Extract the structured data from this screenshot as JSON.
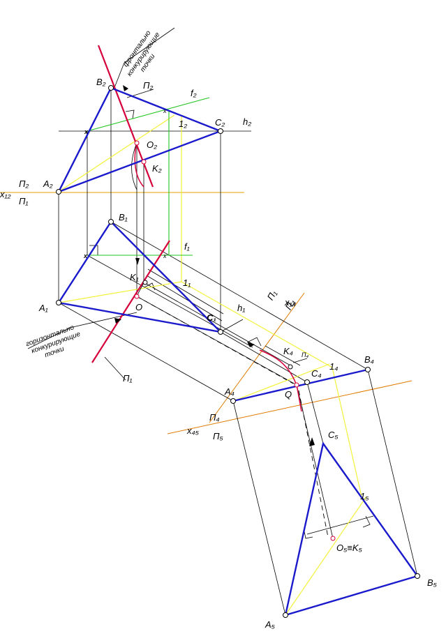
{
  "colors": {
    "blue": "#1a1acc",
    "red": "#d6003a",
    "yellow": "#f2f23a",
    "green": "#22c522",
    "orange": "#e07a00",
    "black": "#000000"
  },
  "labels": {
    "B2": "B₂",
    "C2": "C₂",
    "A2": "A₂",
    "h2": "h₂",
    "f2": "f₂",
    "one2": "1₂",
    "O2": "O₂",
    "K2": "K₂",
    "P2top": "П₂",
    "x12": "x₁₂",
    "P2axis": "П₂",
    "P1axis": "П₁",
    "B1": "B₁",
    "f1": "f₁",
    "K1": "K₁",
    "one1": "1₁",
    "A1": "A₁",
    "O": "O",
    "C1": "C₁",
    "h1": "h₁",
    "P1bottom": "П₁",
    "x14": "x₁₄",
    "P1_14": "П₁",
    "P4_14": "П₄",
    "K4": "K₄",
    "P4small": "П₄",
    "C4": "C₄",
    "one4": "1₄",
    "B4": "B₄",
    "A4": "A₄",
    "Q": "Q",
    "P4axis": "П₄",
    "x45": "x₄₅",
    "P5axis": "П₅",
    "C5": "C₅",
    "one5": "1₅",
    "O5K5": "O₅≡K₅",
    "B5": "B₅",
    "A5": "A₅"
  },
  "notes": {
    "frontal": [
      "фронтально",
      "конкурирующие",
      "точки"
    ],
    "horizontal": [
      "горизонтально",
      "конкурирующие",
      "точки"
    ]
  }
}
